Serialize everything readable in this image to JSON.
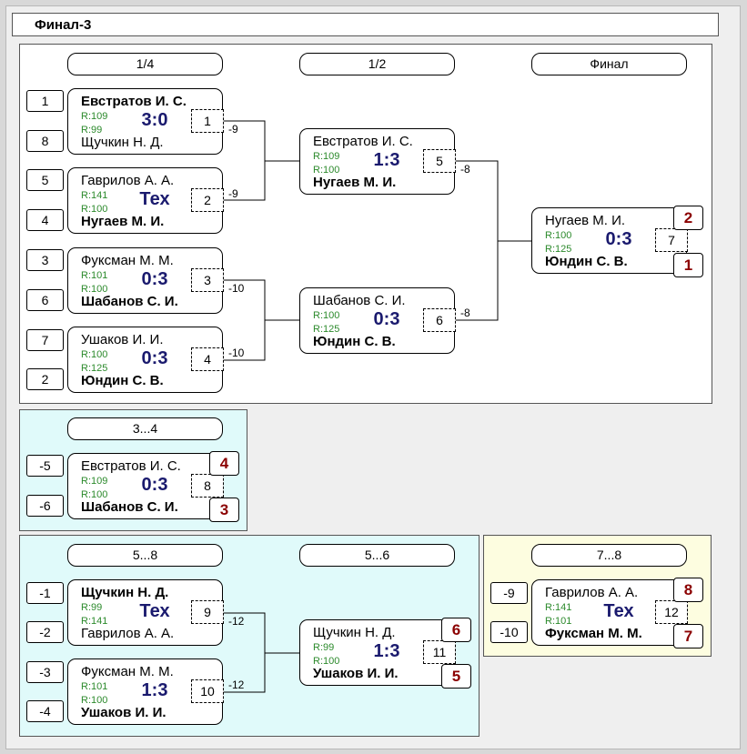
{
  "title": "Финал-3",
  "rounds": {
    "r1": "1/4",
    "r2": "1/2",
    "r3": "Финал",
    "p34": "3...4",
    "p58": "5...8",
    "p56": "5...6",
    "p78": "7...8"
  },
  "seeds": {
    "s1": "1",
    "s2": "8",
    "s3": "5",
    "s4": "4",
    "s5": "3",
    "s6": "6",
    "s7": "7",
    "s8": "2",
    "t1": "-5",
    "t2": "-6",
    "f1": "-1",
    "f2": "-2",
    "f3": "-3",
    "f4": "-4",
    "g1": "-9",
    "g2": "-10"
  },
  "matches": {
    "m1": {
      "p1": "Евстратов И. С.",
      "p2": "Щучкин Н. Д.",
      "r1": "R:109",
      "r2": "R:99",
      "score": "3:0",
      "num": "1",
      "diff": "-9"
    },
    "m2": {
      "p1": "Гаврилов А. А.",
      "p2": "Нугаев М. И.",
      "r1": "R:141",
      "r2": "R:100",
      "score": "Тех",
      "num": "2",
      "diff": "-9"
    },
    "m3": {
      "p1": "Фуксман М. М.",
      "p2": "Шабанов С. И.",
      "r1": "R:101",
      "r2": "R:100",
      "score": "0:3",
      "num": "3",
      "diff": "-10"
    },
    "m4": {
      "p1": "Ушаков И. И.",
      "p2": "Юндин С. В.",
      "r1": "R:100",
      "r2": "R:125",
      "score": "0:3",
      "num": "4",
      "diff": "-10"
    },
    "m5": {
      "p1": "Евстратов И. С.",
      "p2": "Нугаев М. И.",
      "r1": "R:109",
      "r2": "R:100",
      "score": "1:3",
      "num": "5",
      "diff": "-8"
    },
    "m6": {
      "p1": "Шабанов С. И.",
      "p2": "Юндин С. В.",
      "r1": "R:100",
      "r2": "R:125",
      "score": "0:3",
      "num": "6",
      "diff": "-8"
    },
    "m7": {
      "p1": "Нугаев М. И.",
      "p2": "Юндин С. В.",
      "r1": "R:100",
      "r2": "R:125",
      "score": "0:3",
      "num": "7",
      "place1": "2",
      "place2": "1"
    },
    "m8": {
      "p1": "Евстратов И. С.",
      "p2": "Шабанов С. И.",
      "r1": "R:109",
      "r2": "R:100",
      "score": "0:3",
      "num": "8",
      "place1": "4",
      "place2": "3"
    },
    "m9": {
      "p1": "Щучкин Н. Д.",
      "p2": "Гаврилов А. А.",
      "r1": "R:99",
      "r2": "R:141",
      "score": "Тех",
      "num": "9",
      "diff": "-12"
    },
    "m10": {
      "p1": "Фуксман М. М.",
      "p2": "Ушаков И. И.",
      "r1": "R:101",
      "r2": "R:100",
      "score": "1:3",
      "num": "10",
      "diff": "-12"
    },
    "m11": {
      "p1": "Щучкин Н. Д.",
      "p2": "Ушаков И. И.",
      "r1": "R:99",
      "r2": "R:100",
      "score": "1:3",
      "num": "11",
      "place1": "6",
      "place2": "5"
    },
    "m12": {
      "p1": "Гаврилов А. А.",
      "p2": "Фуксман М. М.",
      "r1": "R:141",
      "r2": "R:101",
      "score": "Тех",
      "num": "12",
      "place1": "8",
      "place2": "7"
    }
  }
}
